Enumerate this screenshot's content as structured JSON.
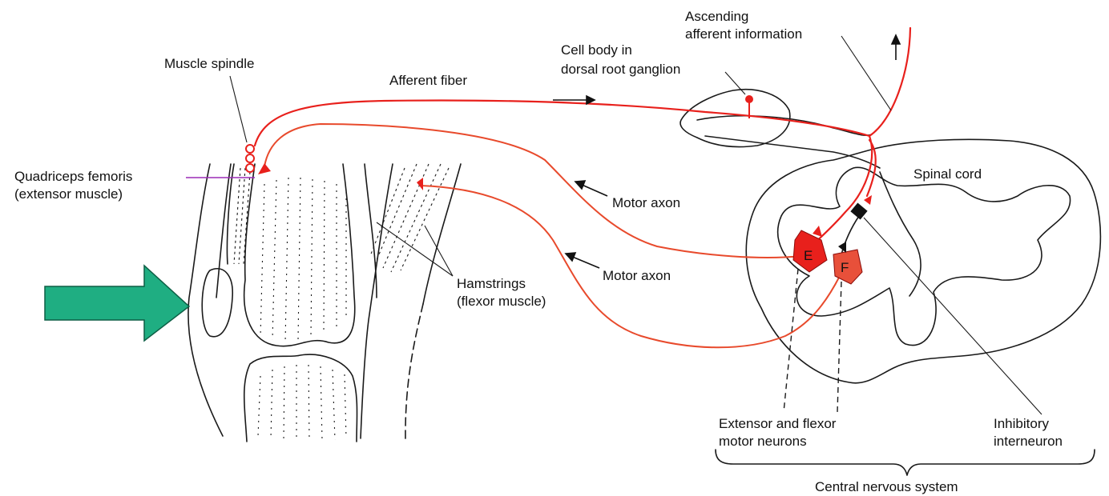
{
  "labels": {
    "muscle_spindle": "Muscle spindle",
    "afferent_fiber": "Afferent fiber",
    "cell_body_line1": "Cell body in",
    "cell_body_line2": "dorsal root ganglion",
    "ascending_line1": "Ascending",
    "ascending_line2": "afferent information",
    "spinal_cord": "Spinal cord",
    "quadriceps_line1": "Quadriceps femoris",
    "quadriceps_line2": "(extensor muscle)",
    "motor_axon_upper": "Motor axon",
    "motor_axon_lower": "Motor axon",
    "hamstrings_line1": "Hamstrings",
    "hamstrings_line2": "(flexor muscle)",
    "neurons_line1": "Extensor and flexor",
    "neurons_line2": "motor neurons",
    "interneuron_line1": "Inhibitory",
    "interneuron_line2": "interneuron",
    "cns": "Central nervous system",
    "neuron_e": "E",
    "neuron_f": "F"
  },
  "colors": {
    "nerve": "#e8201c",
    "neuron_fill": "#e8201c",
    "interneuron_fill": "#111111",
    "stimulus_arrow": "#1fae82",
    "label_line_quadriceps": "#9b2bb5",
    "outline": "#1a1a1a"
  },
  "icons": {
    "stimulus": "stimulus-arrow-icon",
    "interneuron": "inhibitory-interneuron-icon"
  }
}
